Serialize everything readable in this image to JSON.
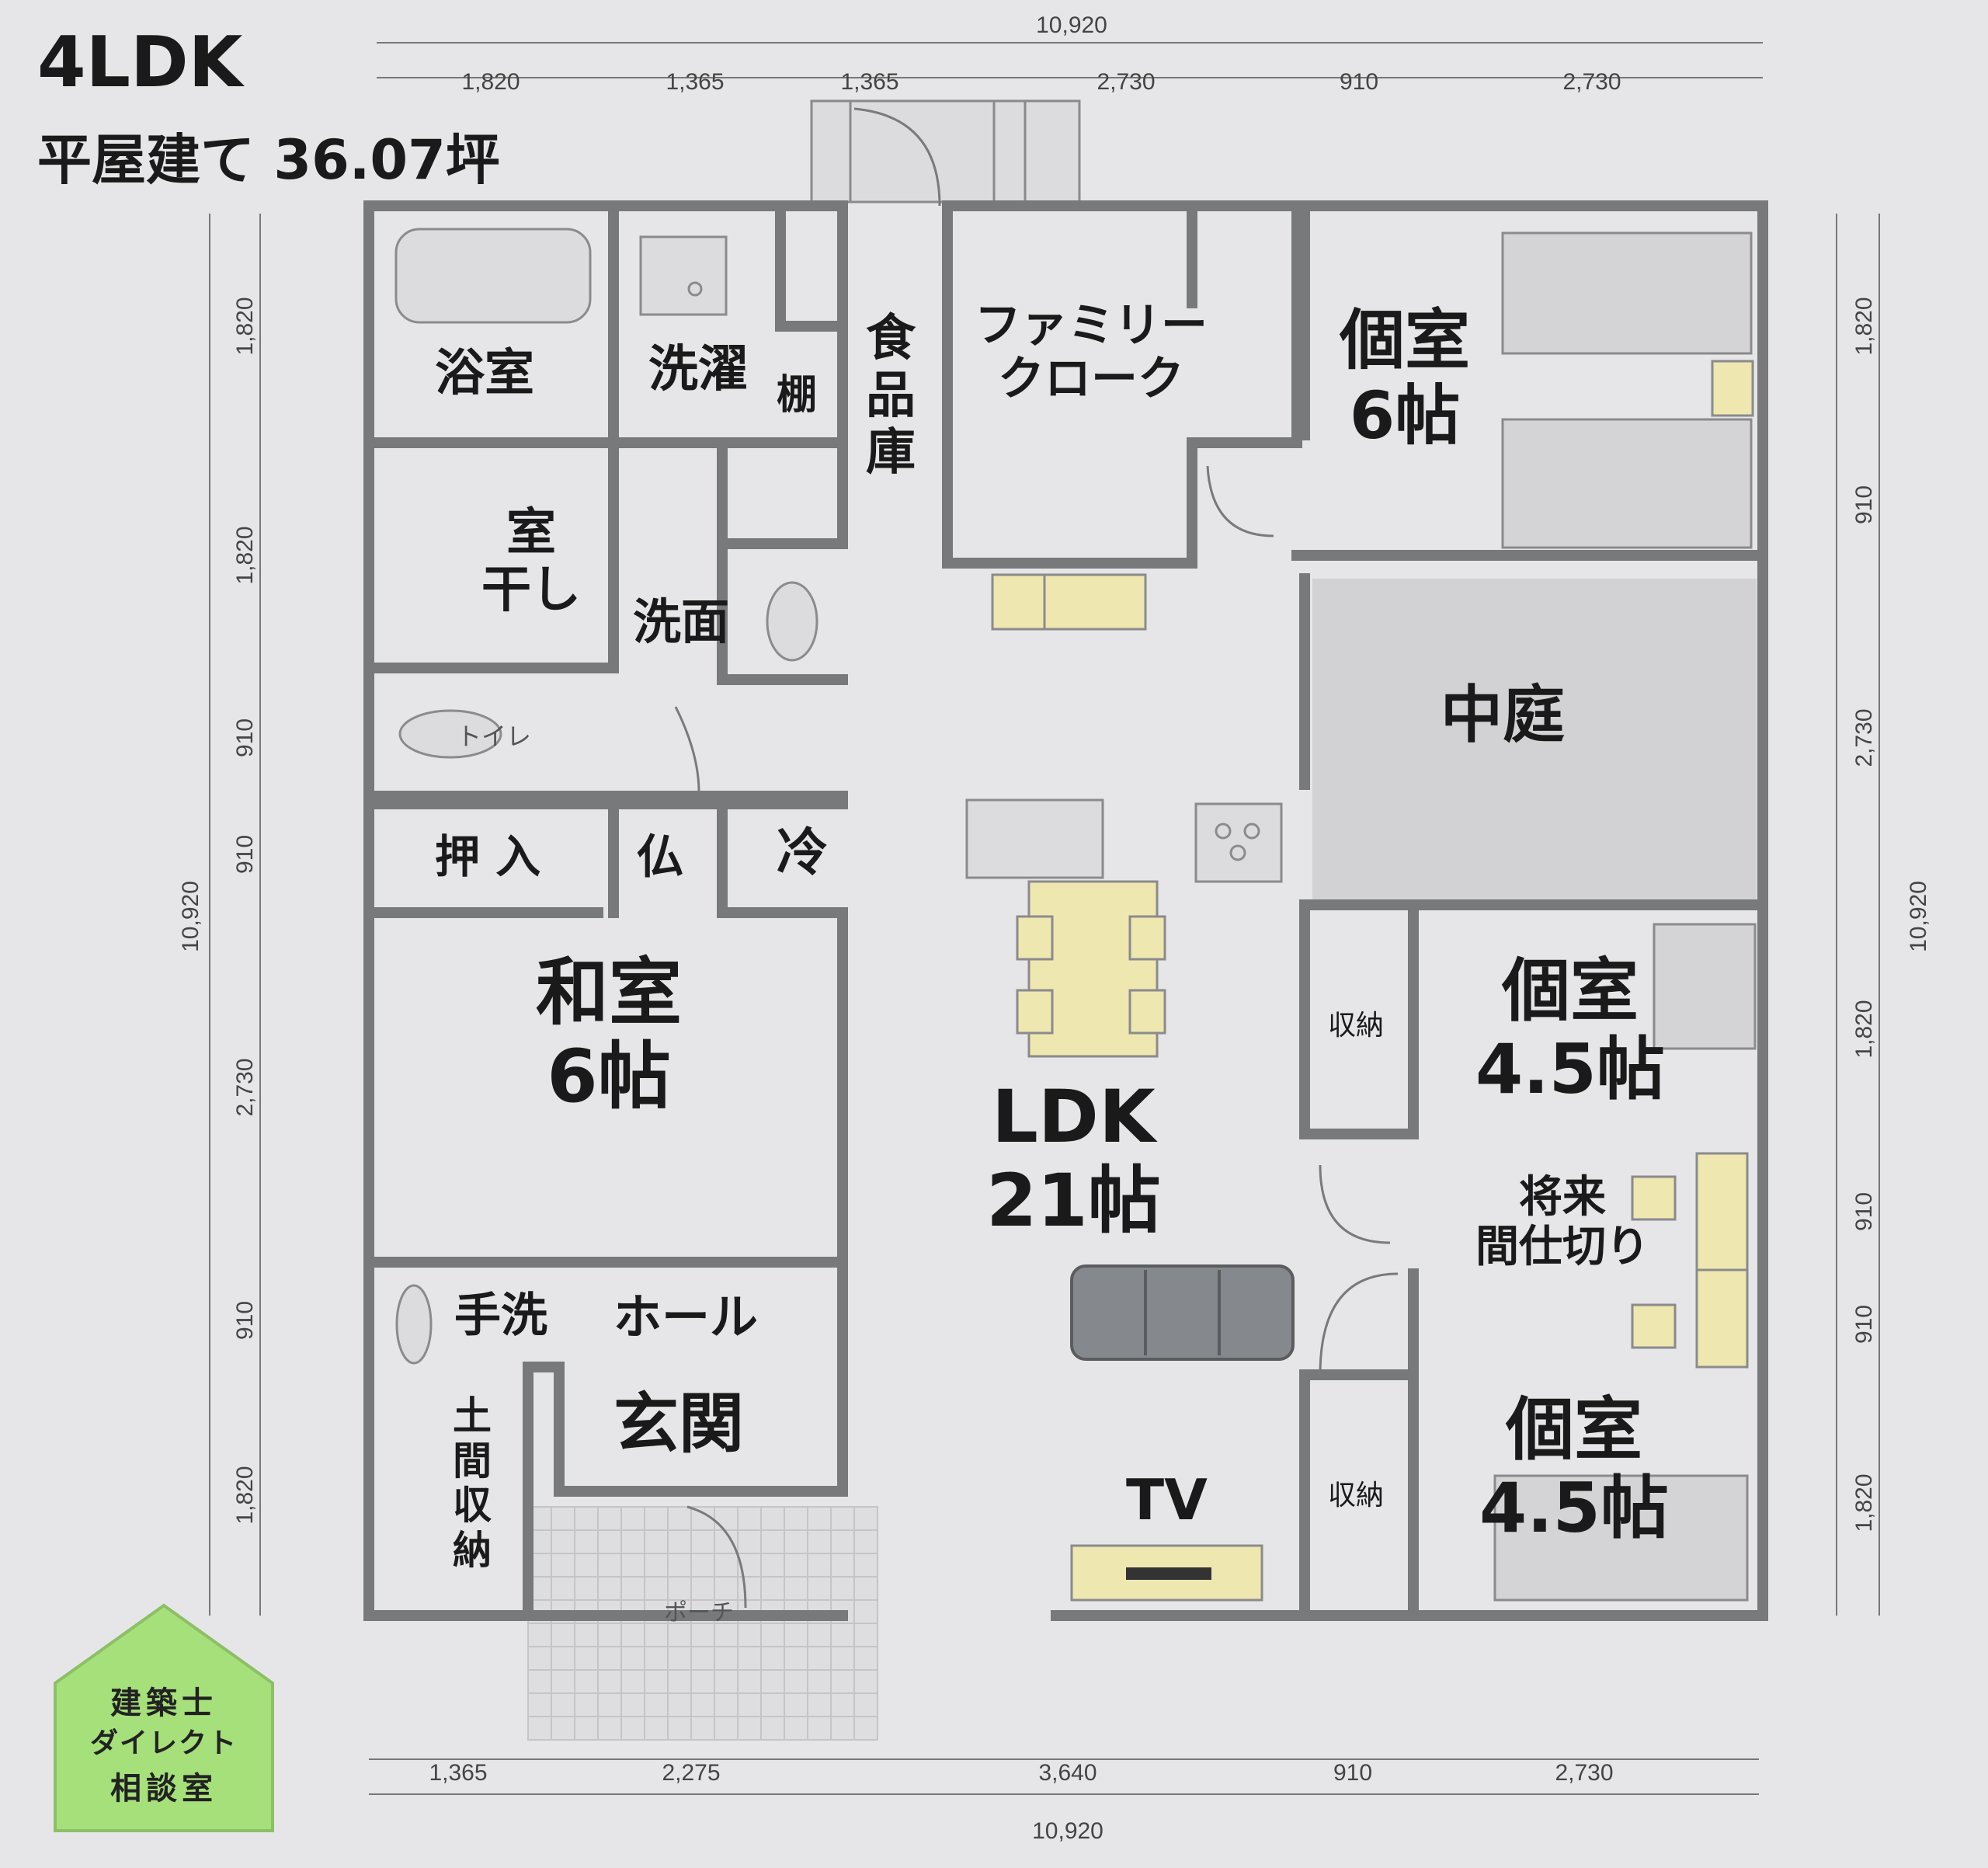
{
  "header": {
    "layout_type": "4LDK",
    "subtitle": "平屋建て 36.07坪"
  },
  "dimensions": {
    "top_total": "10,920",
    "top_segments": [
      "1,820",
      "1,365",
      "1,365",
      "2,730",
      "910",
      "2,730"
    ],
    "bottom_total": "10,920",
    "bottom_segments": [
      "1,365",
      "2,275",
      "3,640",
      "910",
      "2,730"
    ],
    "left_total": "10,920",
    "left_segments": [
      "1,820",
      "1,820",
      "910",
      "910",
      "2,730",
      "910",
      "1,820"
    ],
    "right_total": "10,920",
    "right_segments": [
      "1,820",
      "910",
      "2,730",
      "1,820",
      "910",
      "910",
      "1,820"
    ]
  },
  "rooms": {
    "bath": "浴室",
    "laundry": "洗濯",
    "shelf": "棚",
    "pantry": "食\n品\n庫",
    "family_closet": "ファミリー\nクローク",
    "bedroom1": "個室\n6帖",
    "drying": "室\n干し",
    "washroom": "洗面",
    "toilet": "トイレ",
    "courtyard": "中庭",
    "oshiire": "押 入",
    "butsudan": "仏",
    "fridge": "冷",
    "washitsu": "和室\n6帖",
    "ldk": "LDK\n21帖",
    "storage1": "収納",
    "bedroom2": "個室\n4.5帖",
    "future_partition": "将来\n間仕切り",
    "storage2": "収納",
    "bedroom3": "個室\n4.5帖",
    "handwash": "手洗",
    "hall": "ホール",
    "entrance": "玄関",
    "doma_storage": "土\n間\n収\n納",
    "tv": "TV",
    "porch": "ポーチ"
  },
  "badge": {
    "line1": "建築士",
    "line2": "ダイレクト",
    "line3": "相談室",
    "color": "#a6e07a"
  },
  "colors": {
    "wall": "#77797b",
    "furniture": "#efe7b0",
    "background": "#e6e6e8"
  }
}
